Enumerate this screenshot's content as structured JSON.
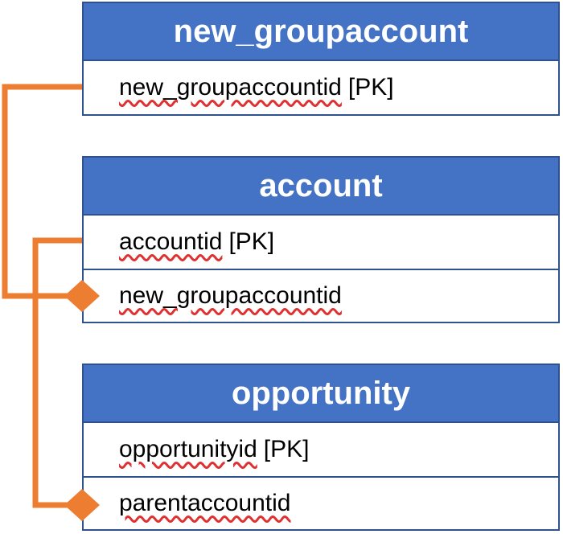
{
  "colors": {
    "header_fill": "#4472c4",
    "border": "#2f528f",
    "connector": "#ed7d31"
  },
  "entities": [
    {
      "title": "new_groupaccount",
      "fields": [
        {
          "name": "new_groupaccountid",
          "suffix": "[PK]"
        }
      ]
    },
    {
      "title": "account",
      "fields": [
        {
          "name": "accountid",
          "suffix": "[PK]"
        },
        {
          "name": "new_groupaccountid",
          "suffix": ""
        }
      ]
    },
    {
      "title": "opportunity",
      "fields": [
        {
          "name": "opportunityid",
          "suffix": "[PK]"
        },
        {
          "name": "parentaccountid",
          "suffix": ""
        }
      ]
    }
  ],
  "relationships": [
    {
      "from": "new_groupaccount.new_groupaccountid",
      "to": "account.new_groupaccountid"
    },
    {
      "from": "account.accountid",
      "to": "opportunity.parentaccountid"
    }
  ]
}
